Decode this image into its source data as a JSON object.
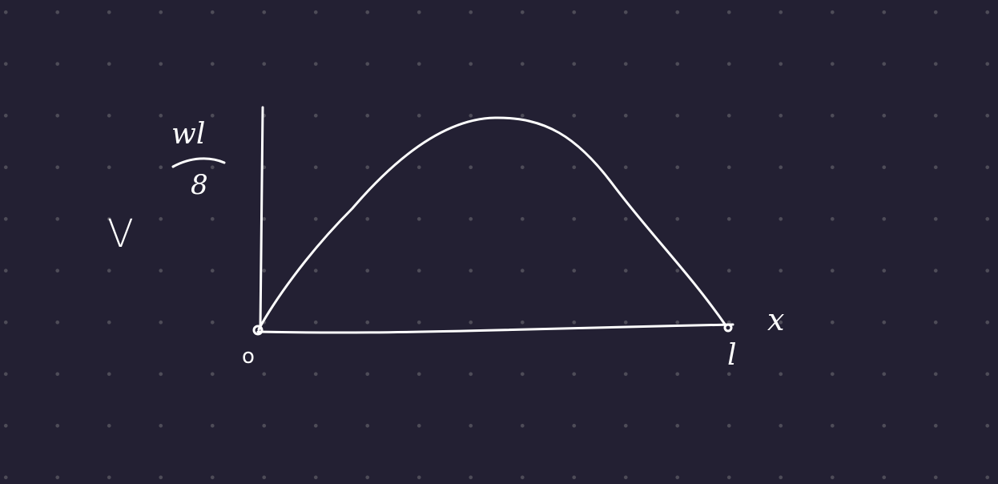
{
  "labels": {
    "vertical": "V",
    "peak_numerator": "wl",
    "peak_denominator": "8",
    "origin": "o",
    "end": "l",
    "axis": "x"
  }
}
